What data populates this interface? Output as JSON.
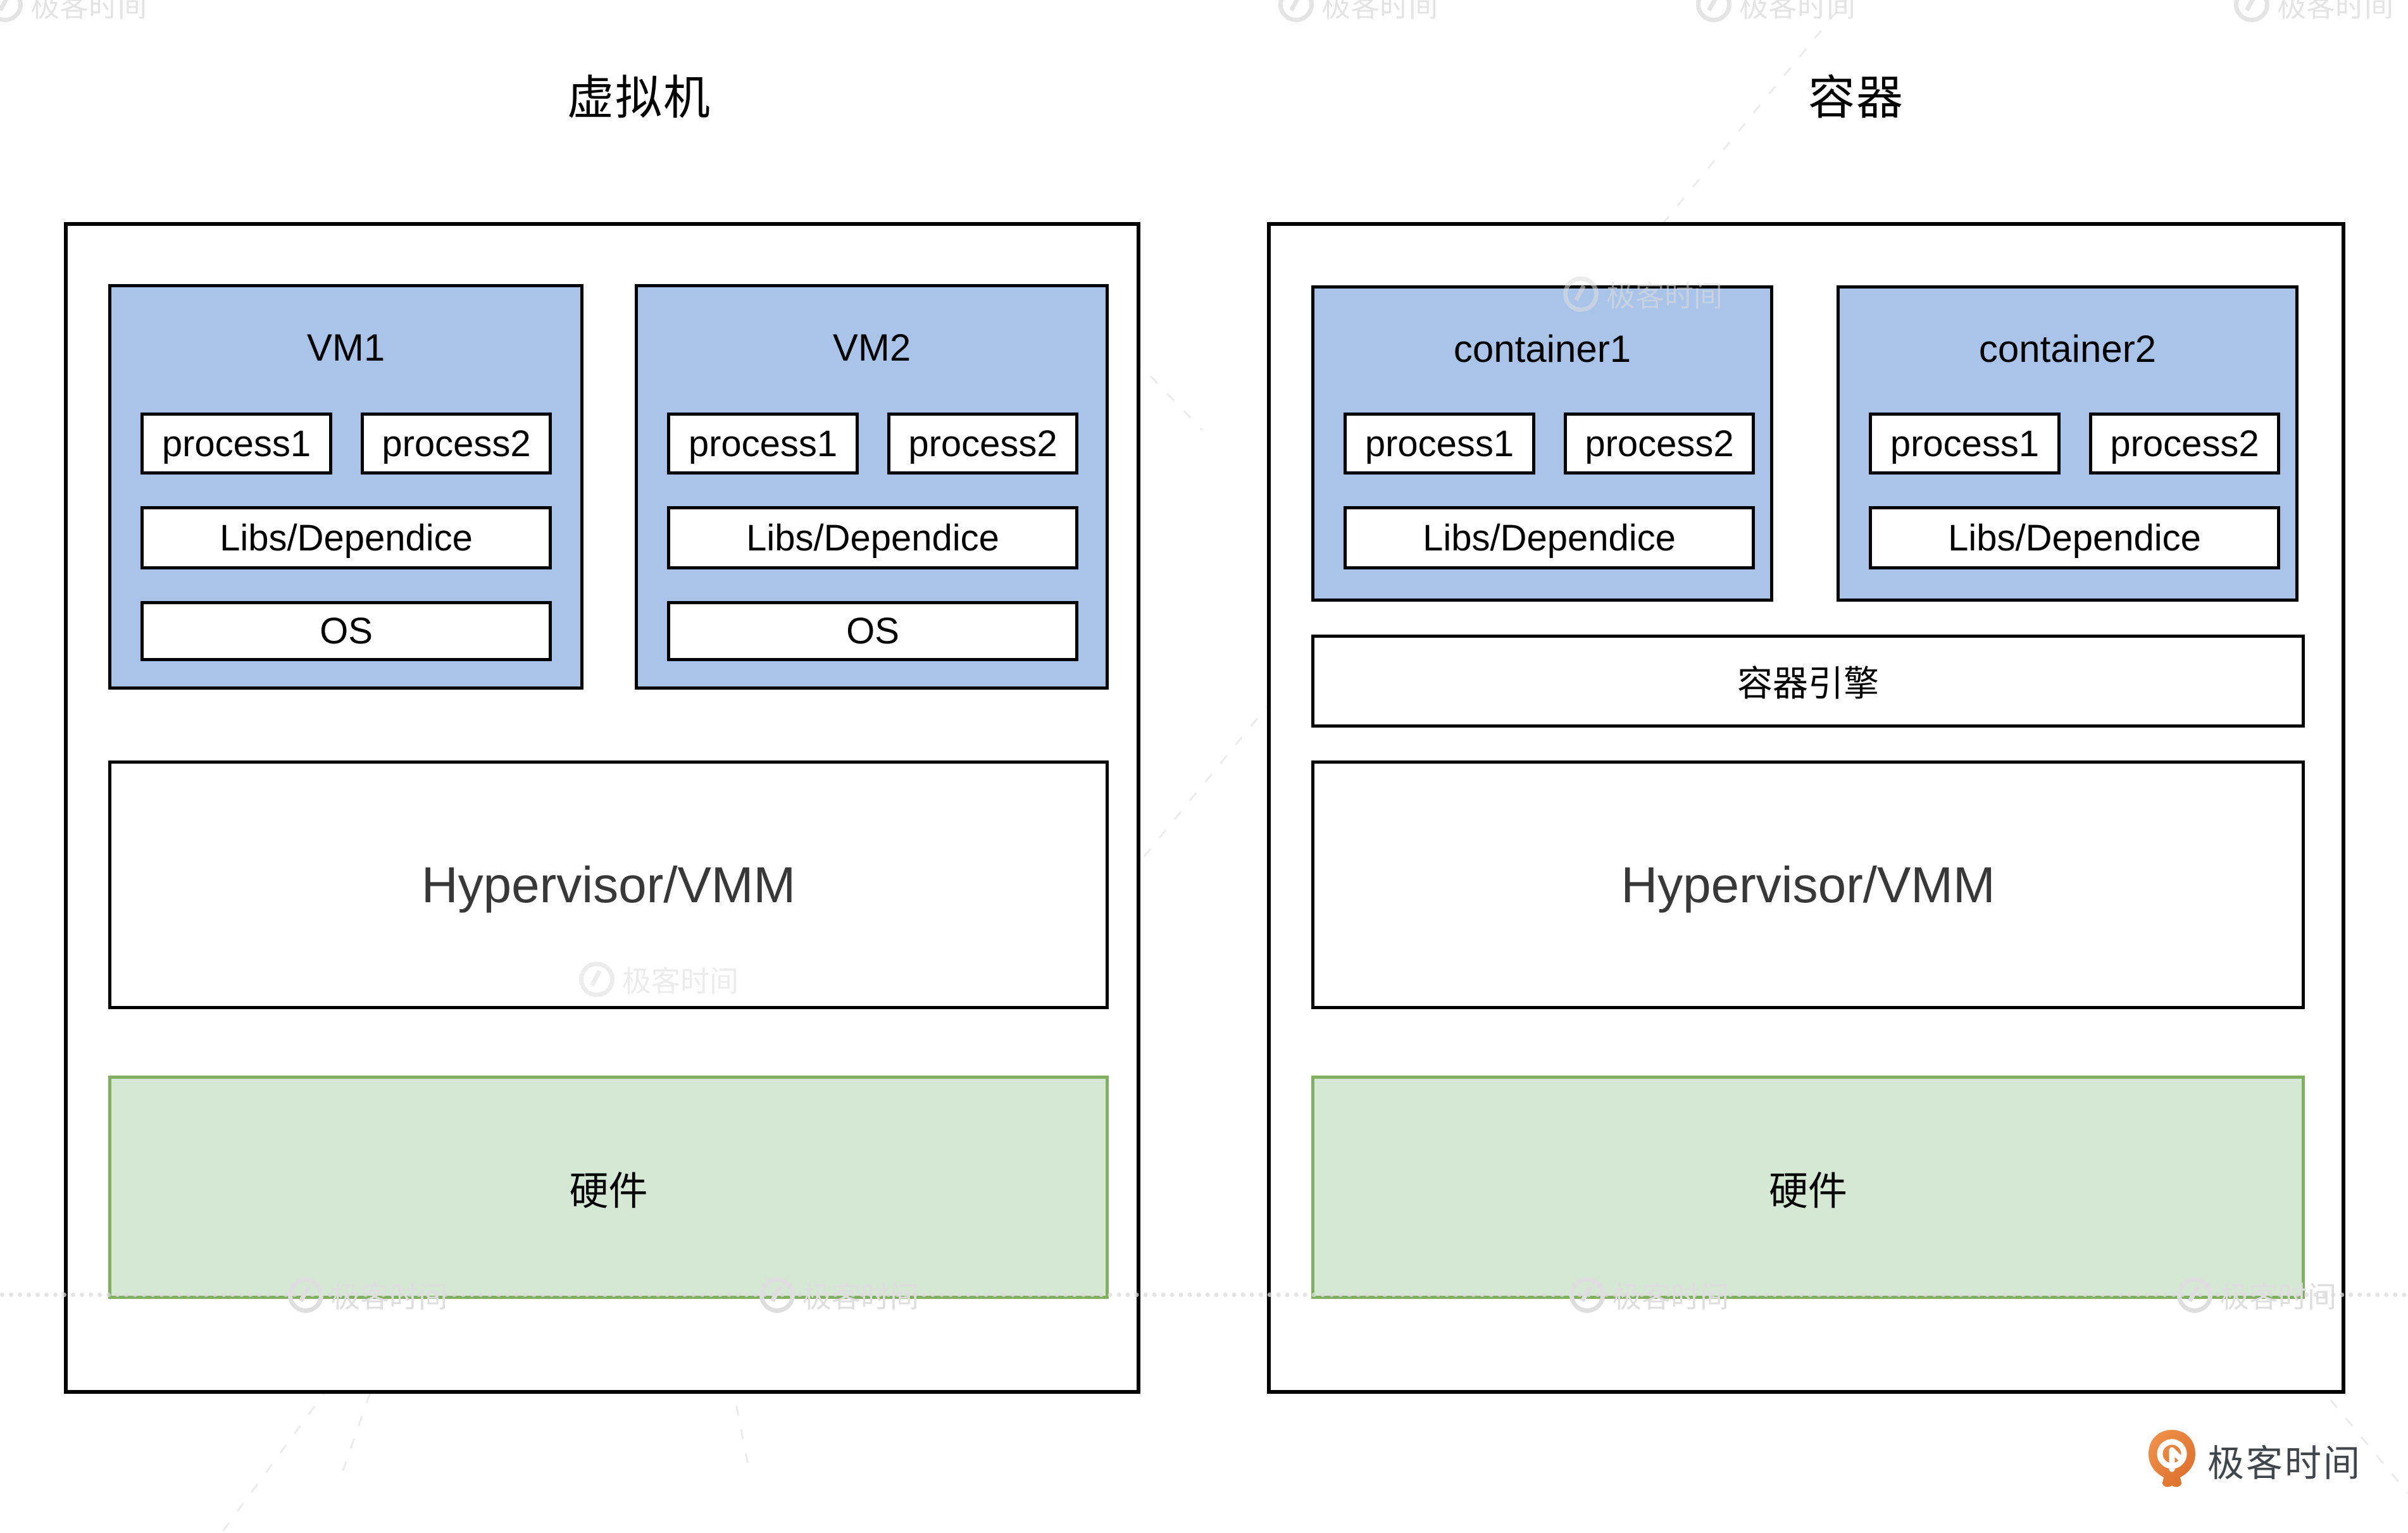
{
  "titles": {
    "left": "虚拟机",
    "right": "容器"
  },
  "left_panel": {
    "vms": [
      {
        "name": "VM1",
        "process1": "process1",
        "process2": "process2",
        "libs": "Libs/Dependice",
        "os": "OS"
      },
      {
        "name": "VM2",
        "process1": "process1",
        "process2": "process2",
        "libs": "Libs/Dependice",
        "os": "OS"
      }
    ],
    "hypervisor": "Hypervisor/VMM",
    "hardware": "硬件"
  },
  "right_panel": {
    "containers": [
      {
        "name": "container1",
        "process1": "process1",
        "process2": "process2",
        "libs": "Libs/Dependice"
      },
      {
        "name": "container2",
        "process1": "process1",
        "process2": "process2",
        "libs": "Libs/Dependice"
      }
    ],
    "engine": "容器引擎",
    "hypervisor": "Hypervisor/VMM",
    "hardware": "硬件"
  },
  "branding": {
    "logo_text": "极客时间"
  },
  "watermark": {
    "text": "极客时间"
  },
  "colors": {
    "vm_fill": "#a9c4e8",
    "hardware_fill": "#d5e8d4",
    "hardware_border": "#80b05f",
    "box_border": "#000000",
    "hypervisor_text": "#383838",
    "logo_orange": "#e87c35",
    "logo_text": "#41464b",
    "watermark_gray": "#dedede"
  }
}
